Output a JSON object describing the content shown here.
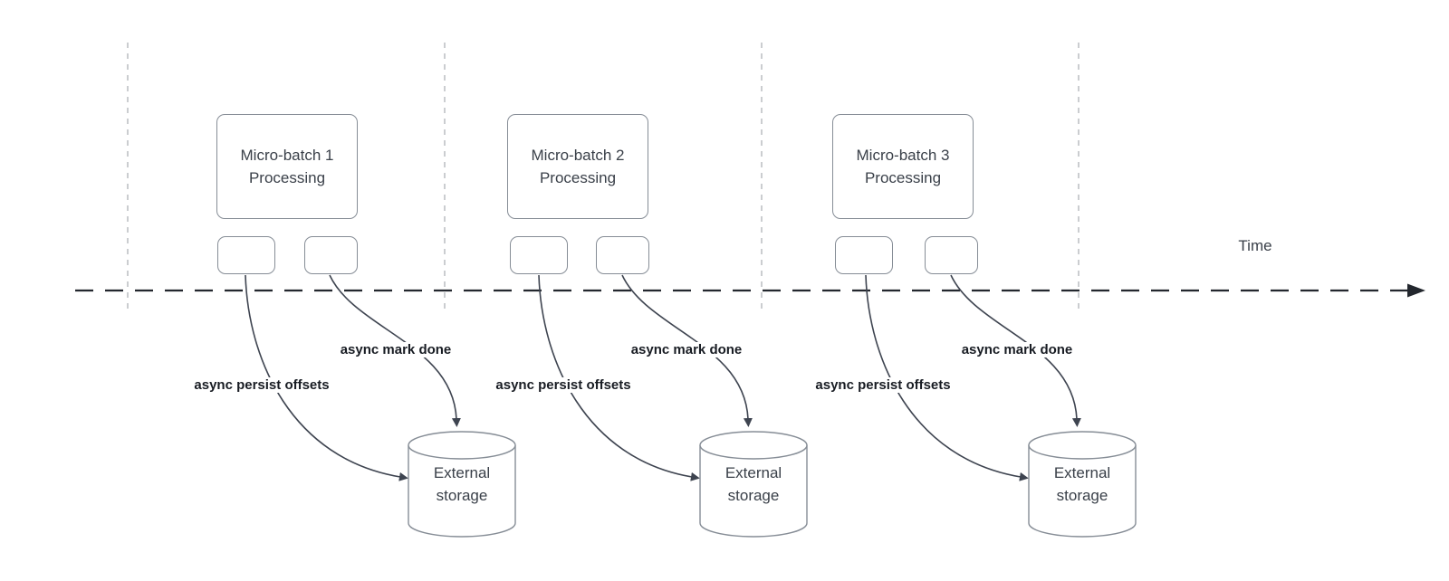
{
  "time_axis": {
    "label": "Time"
  },
  "groups": [
    {
      "process_label": "Micro-batch 1\nProcessing",
      "persist_arrow_label": "async persist offsets",
      "done_arrow_label": "async mark done",
      "storage_label": "External\nstorage"
    },
    {
      "process_label": "Micro-batch 2\nProcessing",
      "persist_arrow_label": "async persist offsets",
      "done_arrow_label": "async mark done",
      "storage_label": "External\nstorage"
    },
    {
      "process_label": "Micro-batch 3\nProcessing",
      "persist_arrow_label": "async persist offsets",
      "done_arrow_label": "async mark done",
      "storage_label": "External\nstorage"
    }
  ],
  "colors": {
    "gridline": "#b5b8bd",
    "axis": "#23272e",
    "shape-stroke": "#868d96",
    "connector": "#3e4450",
    "shape-text": "#3a4049",
    "label-text": "#181c23",
    "bg": "#ffffff"
  }
}
